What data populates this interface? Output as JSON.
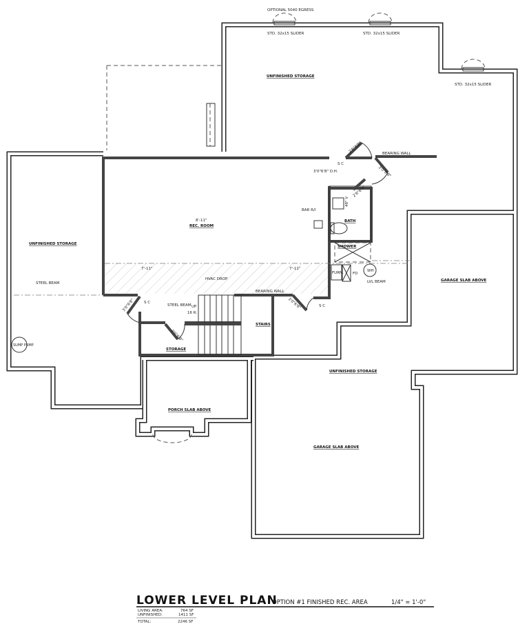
{
  "windows": {
    "optional_egress": "OPTIONAL 5040 EGRESS",
    "slider_1": "STD. 32x15 SLIDER",
    "slider_2": "STD. 32x15 SLIDER",
    "slider_3": "STD. 32x15 SLIDER"
  },
  "rooms": {
    "unfinished_storage_top": "UNFINISHED STORAGE",
    "unfinished_storage_left": "UNFINISHED STORAGE",
    "unfinished_storage_bottom": "UNFINISHED STORAGE",
    "rec_room": "REC. ROOM",
    "rec_room_height": "8'-11\"",
    "bath": "BATH",
    "shower": "SHOWER",
    "stairs": "STAIRS",
    "storage": "STORAGE",
    "porch_slab": "PORCH SLAB ABOVE",
    "garage_slab_right": "GARAGE SLAB ABOVE",
    "garage_slab_bottom": "GARAGE SLAB ABOVE"
  },
  "annotations": {
    "bearing_wall_top": "BEARING WALL",
    "bearing_wall_mid": "BEARING WALL",
    "steel_beam_left": "STEEL BEAM",
    "steel_beam_mid": "STEEL BEAM",
    "hvac_drop": "HVAC DROP",
    "hvac_height_left": "7'-11\"",
    "hvac_height_right": "7'-11\"",
    "bar_ri": "BAR R/I",
    "dh": "3'0\"6'8\" D.H.",
    "sc_top": "S C",
    "sc_left": "S C",
    "sc_right": "S C",
    "door_top_1": "2'6\"6'8\"",
    "door_top_2": "3'0\"6'8\"",
    "door_bath": "2'6\"6'8\"",
    "door_left": "3'0\"6'8\"",
    "door_storage": "3'0\"6'8\"",
    "door_right": "3'0\"6'8\"",
    "vanity": "48\" V",
    "furn": "FURN.",
    "wh": "WH",
    "fd": "FD",
    "lvl_beam": "LVL BEAM",
    "up": "UP",
    "risers": "16 R.",
    "sump_pump": "SUMP PUMP"
  },
  "title_block": {
    "title": "LOWER LEVEL PLAN",
    "option": "OPTION #1 FINISHED REC. AREA",
    "scale": "1/4\" = 1'-0\"",
    "areas": [
      {
        "label": "LIVING AREA:",
        "value": "764 SF"
      },
      {
        "label": "UNFINISHED:",
        "value": "1411 SF"
      },
      {
        "label": "TOTAL:",
        "value": "2246 SF"
      }
    ]
  }
}
